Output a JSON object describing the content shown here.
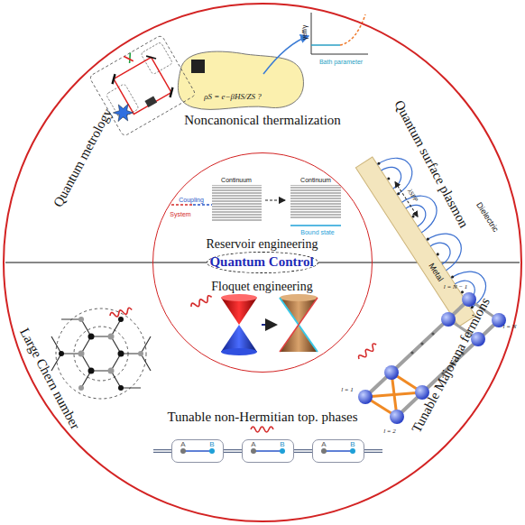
{
  "diagram": {
    "nodes": [
      {
        "text": [
          "Noncanonical thermalization",
          "Quantum metrology",
          "Quantum surface plasmon",
          "Large Chern number",
          "Tunable Majorana fermions",
          "Tunable non-Hermitian top. phases"
        ]
      },
      {
        "text": [
          "Reservoir engineering",
          "Floquet engineering"
        ],
        "in": 0
      },
      {
        "text": [
          "Quantum Control"
        ],
        "in": 1
      },
      {
        "text": [
          "A",
          "B"
        ],
        "in": 0
      },
      {
        "text": [
          "A",
          "B"
        ],
        "in": 0
      },
      {
        "text": [
          "A",
          "B"
        ],
        "in": 0
      }
    ],
    "edges": [
      {
        "from": 3,
        "to": 4,
        "arrow": "none"
      },
      {
        "from": 4,
        "to": 5,
        "arrow": "none"
      }
    ],
    "labels": [
      "ρS = e−βHS/ZS ?",
      "γeff/γ",
      "Bath parameter",
      "Continuum",
      "Coupling",
      "System",
      "Continuum",
      "Bound state",
      "Dielectric",
      "Metal",
      "λSPP",
      "l = 1",
      "l = 2",
      "l = N − 1",
      "l = N"
    ]
  }
}
